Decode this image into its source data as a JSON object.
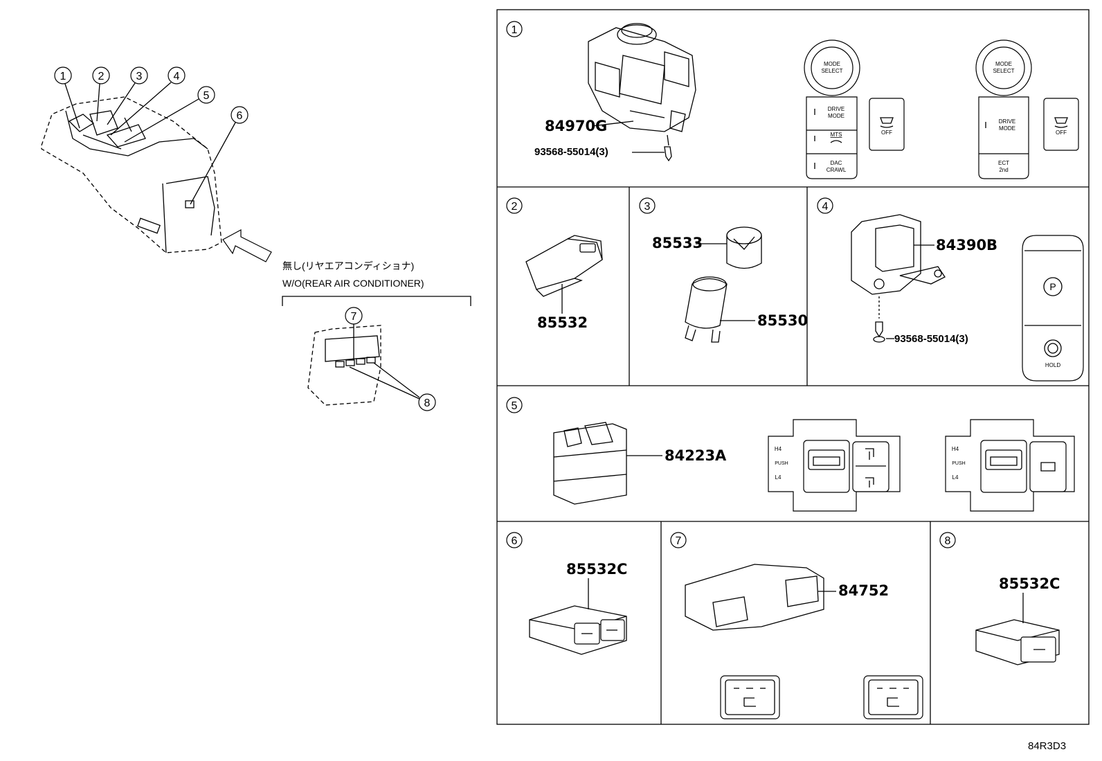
{
  "overview": {
    "callouts": [
      "1",
      "2",
      "3",
      "4",
      "5",
      "6",
      "7",
      "8"
    ],
    "variant_label_jp": "無し(リヤエアコンディショナ)",
    "variant_label_en": "W/O(REAR AIR CONDITIONER)"
  },
  "panels": {
    "p1": {
      "num": "1",
      "parts": [
        "84970G",
        "93568-55014(3)"
      ],
      "mode_select": "MODE\nSELECT",
      "drive_mode": "DRIVE\nMODE",
      "mts": "MTS",
      "dac": "DAC\nCRAWL",
      "off": "OFF",
      "ect": "ECT\n2nd"
    },
    "p2": {
      "num": "2",
      "parts": [
        "85532"
      ]
    },
    "p3": {
      "num": "3",
      "parts": [
        "85533",
        "85530"
      ]
    },
    "p4": {
      "num": "4",
      "parts": [
        "84390B",
        "93568-55014(3)"
      ],
      "p_label": "P",
      "hold": "HOLD"
    },
    "p5": {
      "num": "5",
      "parts": [
        "84223A"
      ],
      "h4": "H4",
      "push": "PUSH",
      "l4": "L4"
    },
    "p6": {
      "num": "6",
      "parts": [
        "85532C"
      ]
    },
    "p7": {
      "num": "7",
      "parts": [
        "84752"
      ]
    },
    "p8": {
      "num": "8",
      "parts": [
        "85532C"
      ]
    }
  },
  "diagram_code": "84R3D3"
}
